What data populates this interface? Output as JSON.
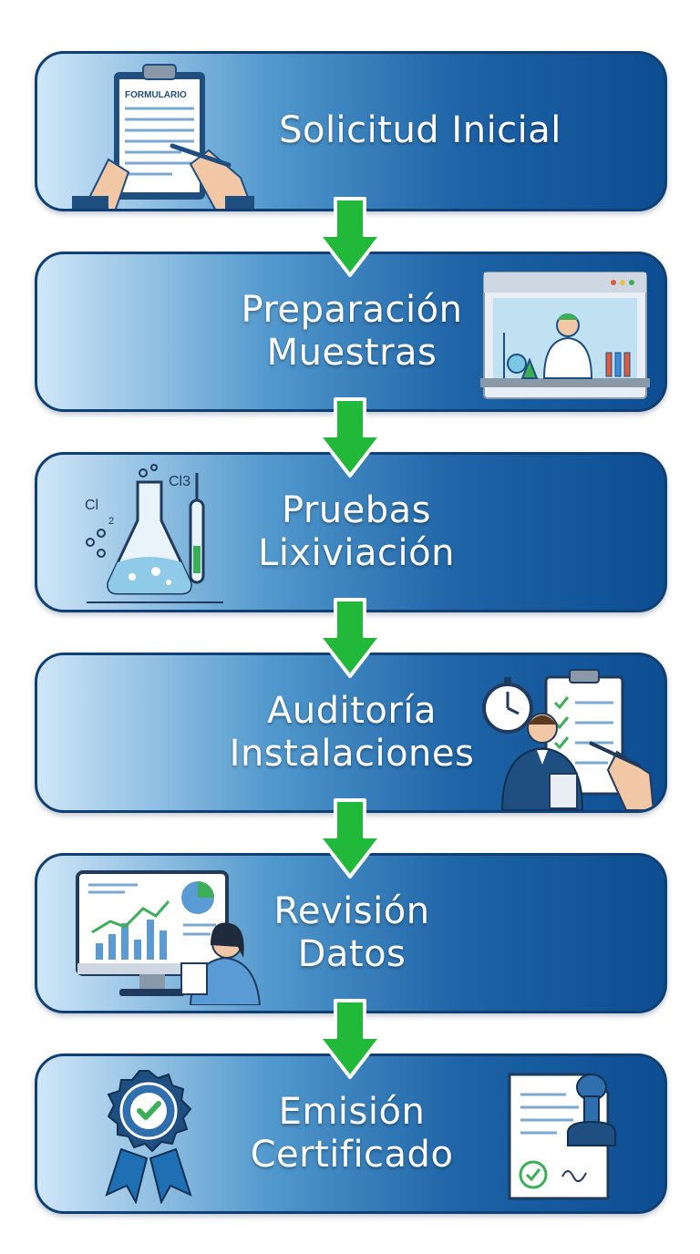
{
  "steps": [
    {
      "label": "Solicitud Inicial",
      "illustration": "clipboard-form-icon",
      "form_heading": "FORMULARIO"
    },
    {
      "label": "Preparación\nMuestras",
      "illustration": "lab-technician-fume-hood-icon"
    },
    {
      "label": "Pruebas\nLixiviación",
      "illustration": "chemistry-flask-icon",
      "chem_labels": [
        "Cl",
        "Cl3",
        "2"
      ]
    },
    {
      "label": "Auditoría\nInstalaciones",
      "illustration": "auditor-checklist-icon"
    },
    {
      "label": "Revisión\nDatos",
      "illustration": "data-dashboard-analyst-icon"
    },
    {
      "label": "Emisión\nCertificado",
      "illustration": "certificate-seal-icon"
    }
  ],
  "colors": {
    "box_border": "#0f3f73",
    "box_gradient_light": "#cfe6f7",
    "box_gradient_dark": "#0d4d92",
    "arrow": "#22b83a",
    "label": "#ffffff"
  }
}
